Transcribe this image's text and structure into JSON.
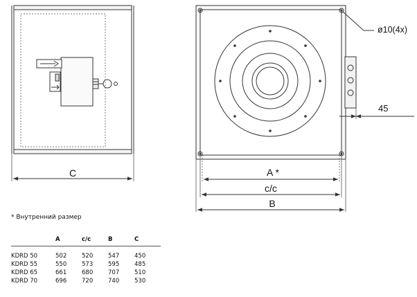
{
  "drawing": {
    "hole_label": "ø10(4x)",
    "offset_label": "45",
    "side_width_label": "C",
    "front_inner_label": "A *",
    "front_center_label": "c/c",
    "front_outer_label": "B"
  },
  "note": "* Внутренний размер",
  "table": {
    "columns": [
      "",
      "A",
      "c/c",
      "B",
      "C"
    ],
    "rows": [
      {
        "model": "KDRD 50",
        "A": "502",
        "cc": "520",
        "B": "547",
        "C": "450"
      },
      {
        "model": "KDRD 55",
        "A": "550",
        "cc": "573",
        "B": "595",
        "C": "485"
      },
      {
        "model": "KDRD 65",
        "A": "661",
        "cc": "680",
        "B": "707",
        "C": "510"
      },
      {
        "model": "KDRD 70",
        "A": "696",
        "cc": "720",
        "B": "740",
        "C": "530"
      }
    ]
  }
}
